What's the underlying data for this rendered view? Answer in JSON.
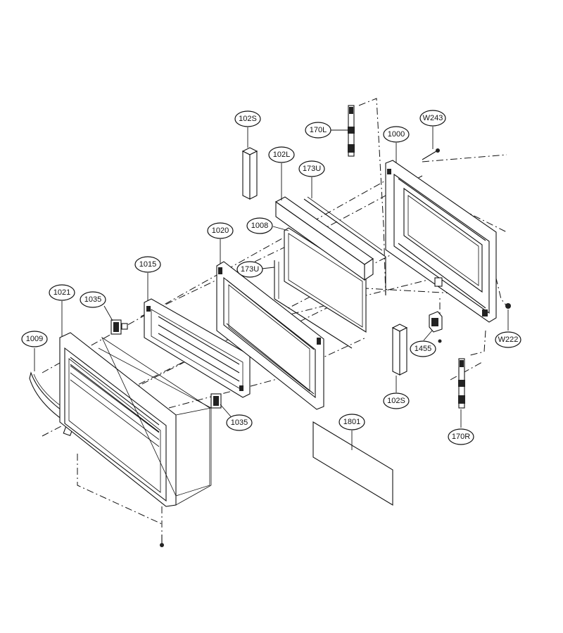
{
  "labels": [
    {
      "id": "l1009",
      "text": "1009"
    },
    {
      "id": "l1021",
      "text": "1021"
    },
    {
      "id": "l1035a",
      "text": "1035"
    },
    {
      "id": "l1015",
      "text": "1015"
    },
    {
      "id": "l1035b",
      "text": "1035"
    },
    {
      "id": "l1020",
      "text": "1020"
    },
    {
      "id": "l173Ua",
      "text": "173U"
    },
    {
      "id": "l1008",
      "text": "1008"
    },
    {
      "id": "l102L",
      "text": "102L"
    },
    {
      "id": "l173Ub",
      "text": "173U"
    },
    {
      "id": "l102Sa",
      "text": "102S"
    },
    {
      "id": "l170L",
      "text": "170L"
    },
    {
      "id": "l1000",
      "text": "1000"
    },
    {
      "id": "lW243",
      "text": "W243"
    },
    {
      "id": "lW222",
      "text": "W222"
    },
    {
      "id": "l1455",
      "text": "1455"
    },
    {
      "id": "l102Sb",
      "text": "102S"
    },
    {
      "id": "l170R",
      "text": "170R"
    },
    {
      "id": "l1801",
      "text": "1801"
    }
  ]
}
